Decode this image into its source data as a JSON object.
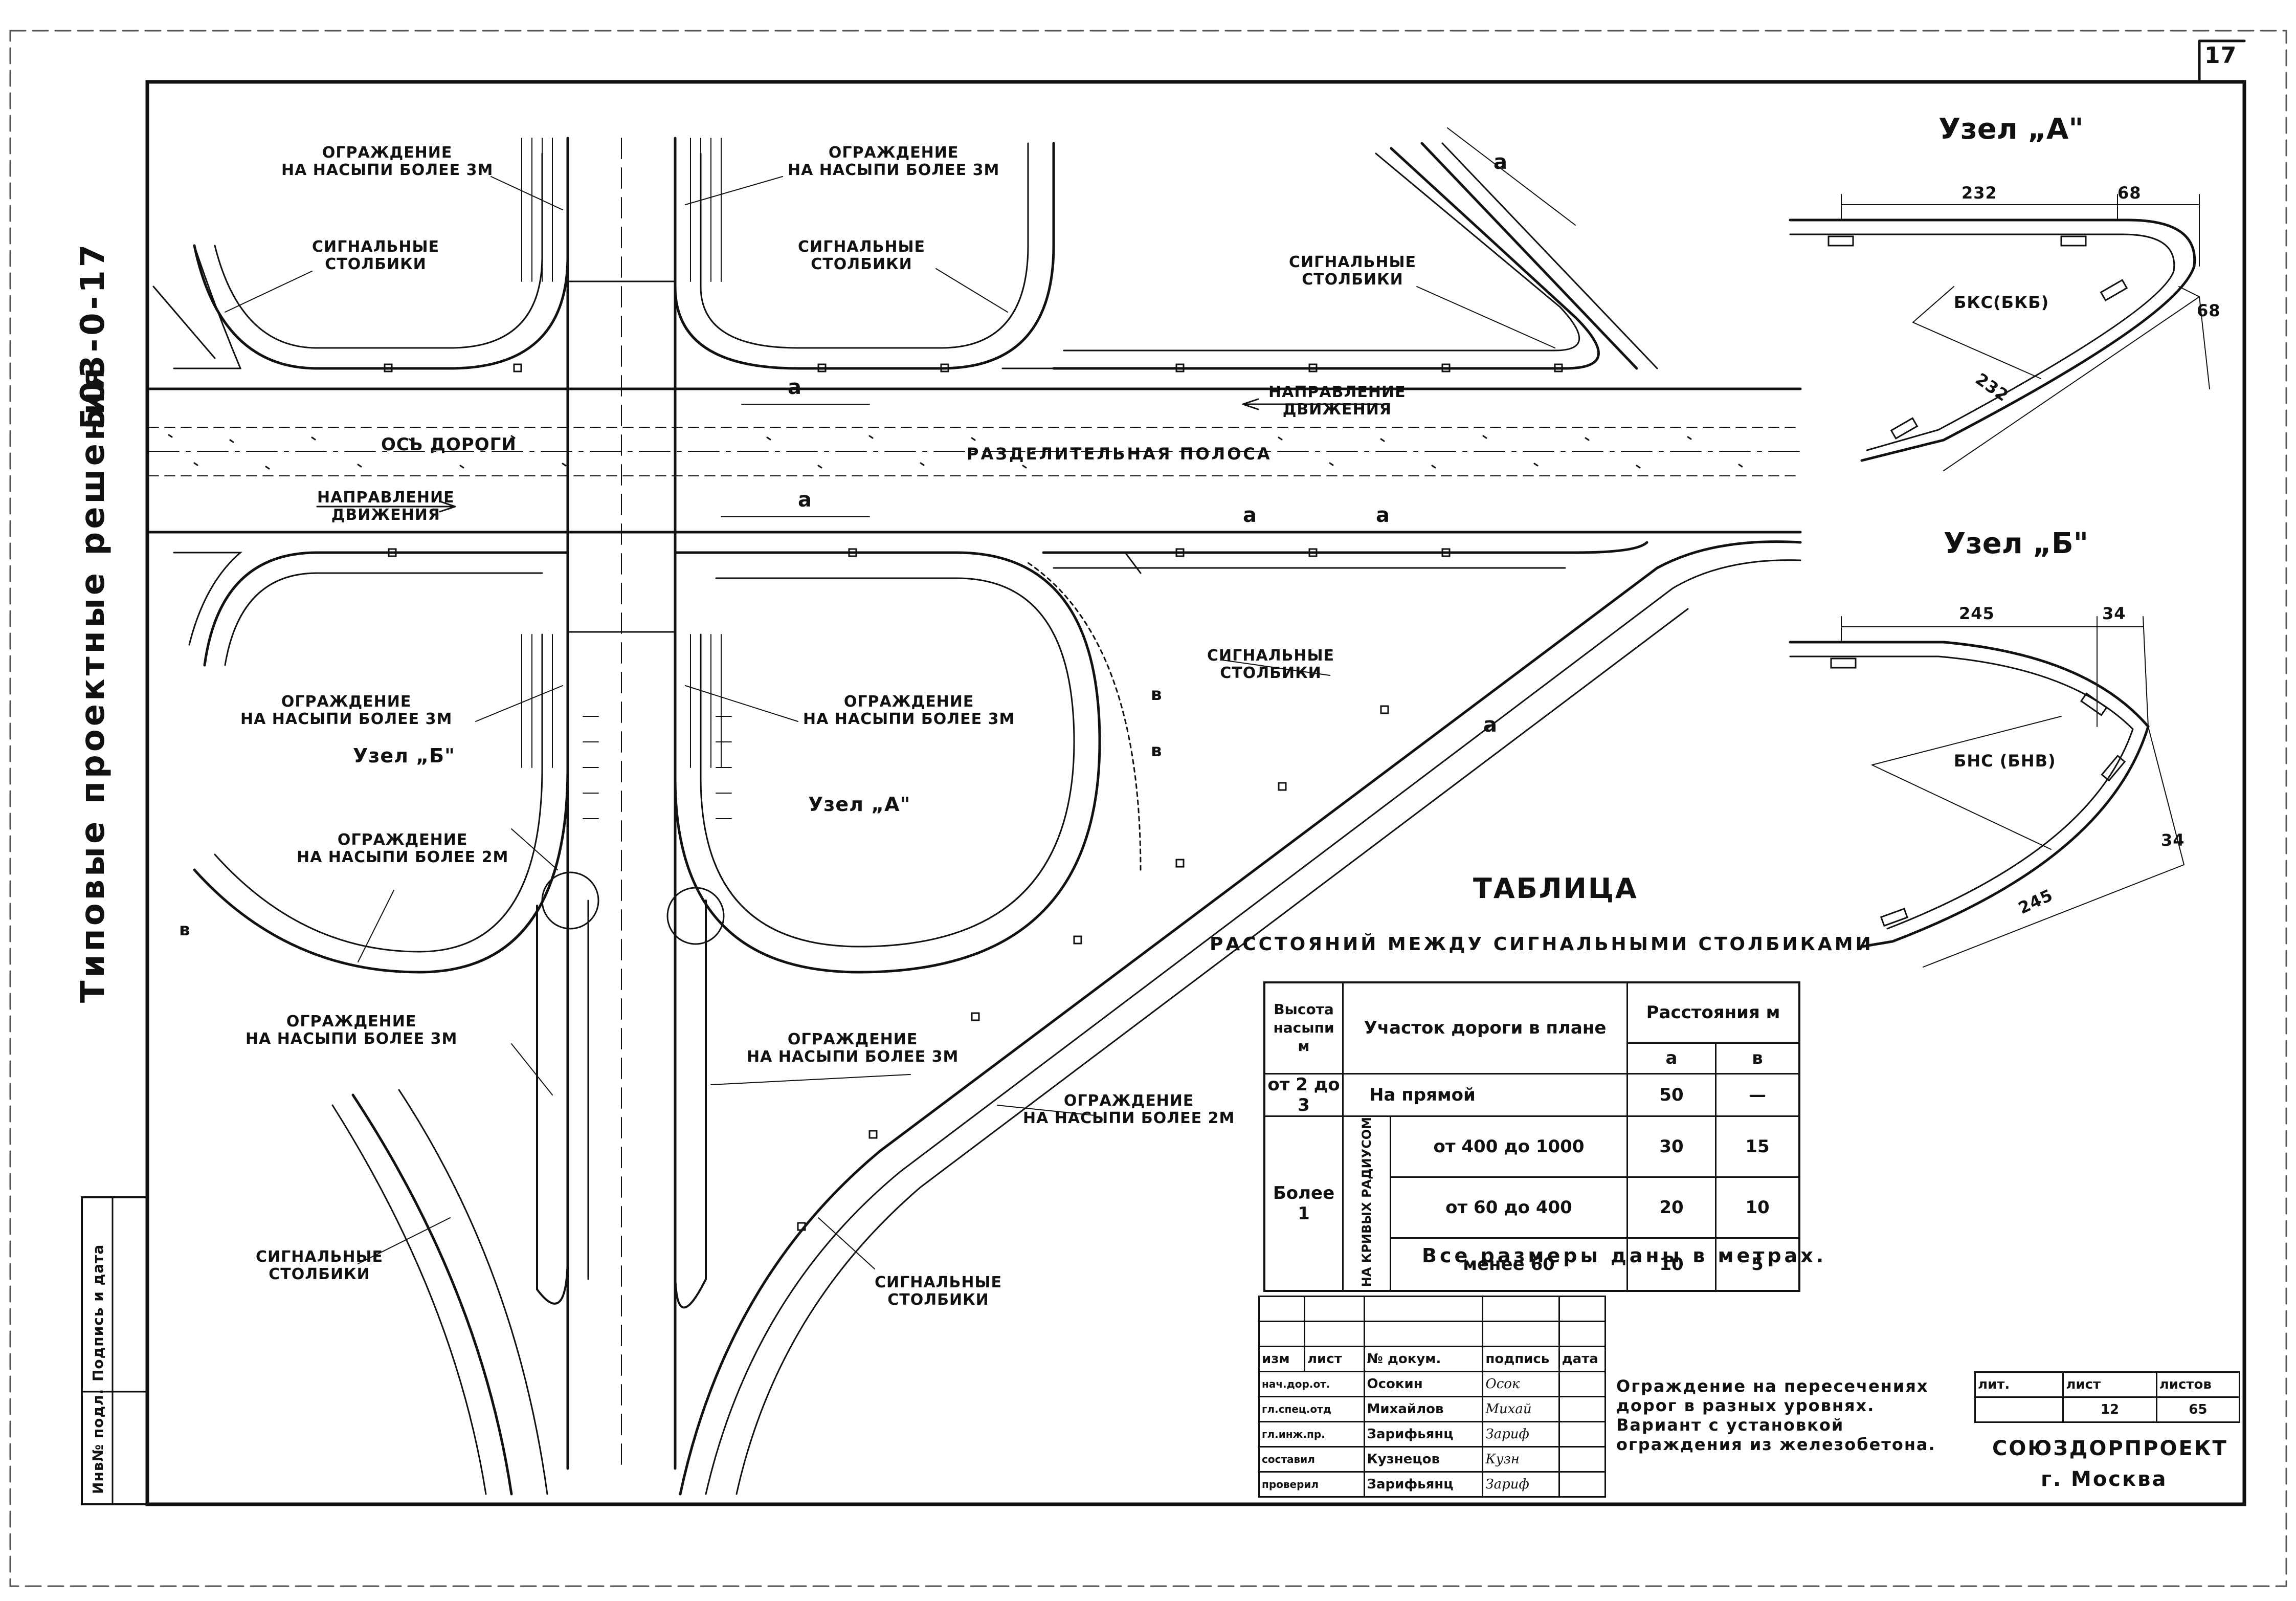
{
  "sheet_number": "17",
  "side_title": "Типовые проектные решения",
  "side_code": "503-0-17",
  "labels": {
    "guard_3m": "ОГРАЖДЕНИЕ\nНА НАСЫПИ БОЛЕЕ 3М",
    "guard_2m": "ОГРАЖДЕНИЕ\nНА НАСЫПИ БОЛЕЕ 2М",
    "signal_posts": "СИГНАЛЬНЫЕ\nСТОЛБИКИ",
    "road_axis": "ОСЬ ДОРОГИ",
    "median": "РАЗДЕЛИТЕЛЬНАЯ ПОЛОСА",
    "direction": "НАПРАВЛЕНИЕ\nДВИЖЕНИЯ",
    "node_b_callout": "Узел „Б\"",
    "node_a_callout": "Узел „А\"",
    "dim_a": "а",
    "dim_b": "в"
  },
  "node_a": {
    "title": "Узел „А\"",
    "dim_232": "232",
    "dim_68": "68",
    "dim_68b": "68",
    "dim_232b": "232",
    "part": "БКС(БКБ)"
  },
  "node_b": {
    "title": "Узел „Б\"",
    "dim_245": "245",
    "dim_34": "34",
    "dim_34b": "34",
    "dim_245b": "245",
    "part": "БНС (БНВ)"
  },
  "table": {
    "title": "ТАБЛИЦА",
    "subtitle": "РАССТОЯНИЙ МЕЖДУ СИГНАЛЬНЫМИ СТОЛБИКАМИ",
    "col_height": "Высота насыпи м",
    "col_section": "Участок дороги в плане",
    "col_distance": "Расстояния м",
    "col_a": "а",
    "col_b": "в",
    "row1_height": "от 2 до 3",
    "row1_section": "На прямой",
    "row1_a": "50",
    "row1_b": "—",
    "more_height": "Более 1",
    "curves_label": "НА КРИВЫХ РАДИУСОМ",
    "rows": [
      {
        "section": "от 400 до 1000",
        "a": "30",
        "b": "15"
      },
      {
        "section": "от 60 до 400",
        "a": "20",
        "b": "10"
      },
      {
        "section": "менее 60",
        "a": "10",
        "b": "5"
      }
    ],
    "note": "Все размеры даны в метрах."
  },
  "stamp": {
    "headers": [
      "изм",
      "лист",
      "№ докум.",
      "подпись",
      "дата"
    ],
    "rows": [
      {
        "role": "нач.дор.от.",
        "name": "Осокин",
        "sig": "Осок"
      },
      {
        "role": "гл.спец.отд",
        "name": "Михайлов",
        "sig": "Mихай"
      },
      {
        "role": "гл.инж.пр.",
        "name": "Зарифьянц",
        "sig": "Зариф"
      },
      {
        "role": "составил",
        "name": "Кузнецов",
        "sig": "Кузн"
      },
      {
        "role": "проверил",
        "name": "Зарифьянц",
        "sig": "Зариф"
      }
    ],
    "title": "Ограждение на пересечениях дорог в разных уровнях. Вариант с установкой ограждения из железобетона.",
    "lit_label": "лит.",
    "sheet_label": "лист",
    "sheets_label": "листов",
    "sheet_value": "12",
    "sheets_value": "65",
    "org": "СОЮЗДОРПРОЕКТ",
    "city": "г. Москва",
    "inv_label": "Инв№ подл.",
    "sign_date_label": "Подпись и дата"
  }
}
